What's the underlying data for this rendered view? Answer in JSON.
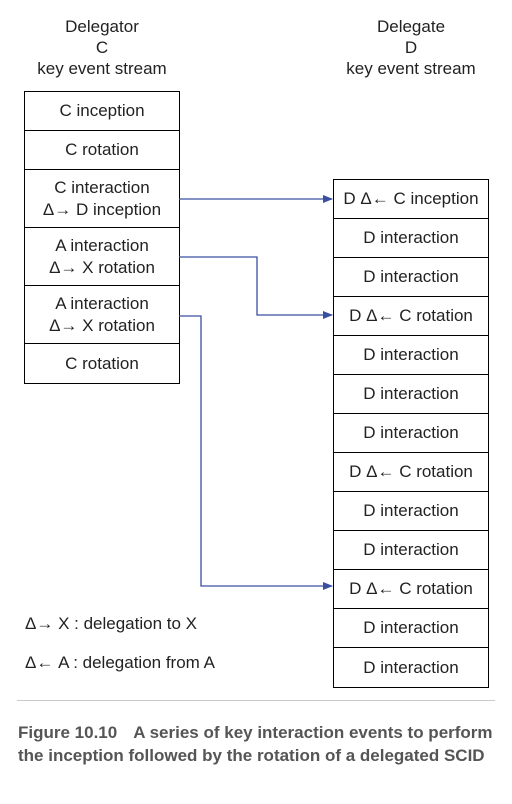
{
  "left_header": {
    "title": "Delegator",
    "letter": "C",
    "subtitle": "key event stream"
  },
  "right_header": {
    "title": "Delegate",
    "letter": "D",
    "subtitle": "key event stream"
  },
  "left_stream": [
    {
      "lines": [
        "C inception"
      ]
    },
    {
      "lines": [
        "C rotation"
      ]
    },
    {
      "lines": [
        "C interaction",
        "Δ→ D inception"
      ]
    },
    {
      "lines": [
        "A interaction",
        "Δ→ X rotation"
      ]
    },
    {
      "lines": [
        "A interaction",
        "Δ→ X rotation"
      ]
    },
    {
      "lines": [
        "C rotation"
      ]
    }
  ],
  "right_stream": [
    "D Δ← C inception",
    "D interaction",
    "D interaction",
    "D Δ← C rotation",
    "D interaction",
    "D interaction",
    "D interaction",
    "D Δ← C rotation",
    "D interaction",
    "D interaction",
    "D Δ← C rotation",
    "D interaction",
    "D interaction"
  ],
  "legend": {
    "to": "Δ→ X : delegation to X",
    "from": "Δ← A : delegation from A"
  },
  "caption": {
    "label": "Figure 10.10",
    "text": "A series of key interaction events to perform the inception followed by the rotation of a delegated SCID"
  },
  "colors": {
    "arrow": "#3a4fa0"
  }
}
